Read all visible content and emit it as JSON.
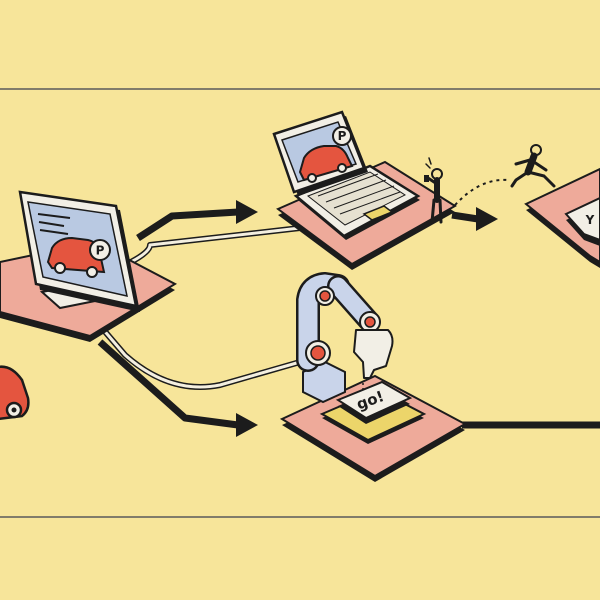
{
  "colors": {
    "background": "#f7e59a",
    "platform": "#eeaa9a",
    "car": "#e4553f",
    "screen": "#b9c9e2",
    "ink": "#1c1c1c",
    "arm": "#c9d4ea",
    "button": "#f2efe6",
    "button_base": "#ecd56a"
  },
  "button": {
    "label": "go!"
  },
  "screens": {
    "parking_badge": "P",
    "partial_key": "Y"
  },
  "icons": [
    "desktop-monitor-icon",
    "laptop-icon",
    "car-icon",
    "parking-badge-icon",
    "robot-arm-icon",
    "pointing-hand-icon",
    "go-button-icon",
    "person-phone-icon",
    "running-person-icon",
    "arrow-icon"
  ]
}
